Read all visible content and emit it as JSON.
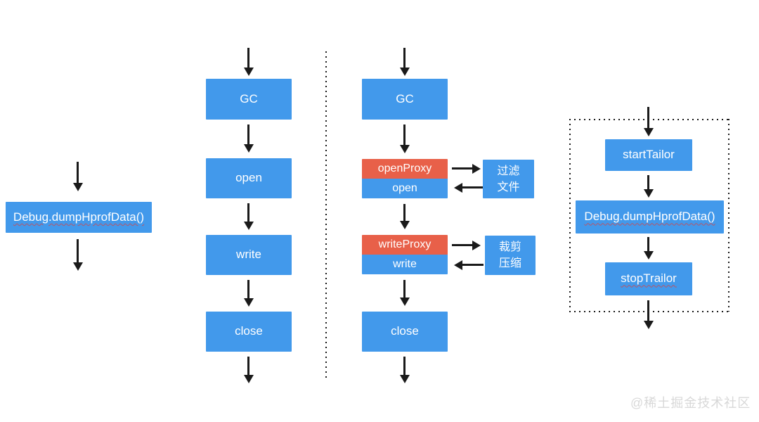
{
  "colors": {
    "box_blue": "#4299EB",
    "box_red": "#E86049",
    "box_text": "#FFFFFF",
    "line": "#1A1A1A",
    "watermark": "#D8D8D8"
  },
  "left_flow": {
    "dump_label": "Debug.dumpHprofData()"
  },
  "plain_flow": {
    "gc": "GC",
    "open": "open",
    "write": "write",
    "close": "close"
  },
  "proxy_flow": {
    "gc": "GC",
    "open_proxy": "openProxy",
    "open": "open",
    "filter_line1": "过滤",
    "filter_line2": "文件",
    "write_proxy": "writeProxy",
    "write": "write",
    "trim_line1": "裁剪",
    "trim_line2": "压缩",
    "close": "close"
  },
  "tailor_flow": {
    "start": "startTailor",
    "dump": "Debug.dumpHprofData()",
    "stop": "stopTrailor"
  },
  "watermark": "@稀土掘金技术社区"
}
